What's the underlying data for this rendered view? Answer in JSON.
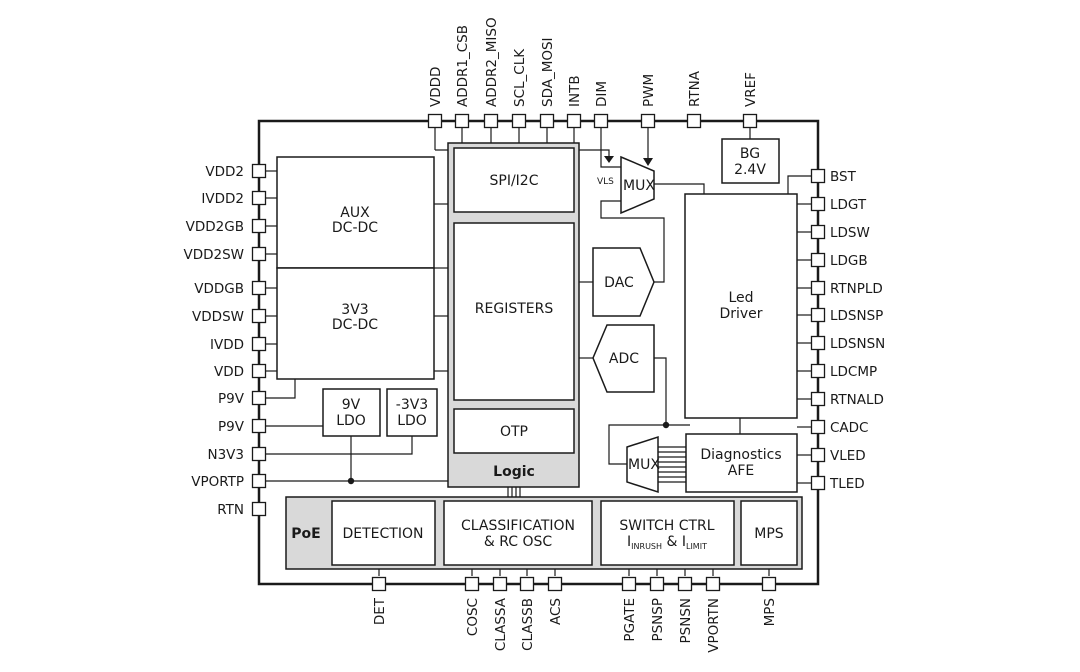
{
  "pins": {
    "left": [
      "VDD2",
      "IVDD2",
      "VDD2GB",
      "VDD2SW",
      "VDDGB",
      "VDDSW",
      "IVDD",
      "VDD",
      "P9V",
      "P9V",
      "N3V3",
      "VPORTP",
      "RTN"
    ],
    "right": [
      "BST",
      "LDGT",
      "LDSW",
      "LDGB",
      "RTNPLD",
      "LDSNSP",
      "LDSNSN",
      "LDCMP",
      "RTNALD",
      "CADC",
      "VLED",
      "TLED"
    ],
    "top": [
      "VDDD",
      "ADDR1_CSB",
      "ADDR2_MISO",
      "SCL_CLK",
      "SDA_MOSI",
      "INTB",
      "DIM",
      "PWM",
      "RTNA",
      "VREF"
    ],
    "bottom": [
      "DET",
      "COSC",
      "CLASSA",
      "CLASSB",
      "ACS",
      "PGATE",
      "PSNSP",
      "PSNSN",
      "VPORTN",
      "MPS"
    ]
  },
  "blocks": {
    "aux_line1": "AUX",
    "aux_line2": "DC-DC",
    "dcdc3v3_line1": "3V3",
    "dcdc3v3_line2": "DC-DC",
    "ldo9v_line1": "9V",
    "ldo9v_line2": "LDO",
    "ldo_n3v3_line1": "-3V3",
    "ldo_n3v3_line2": "LDO",
    "spi": "SPI/I2C",
    "registers": "REGISTERS",
    "otp": "OTP",
    "logic": "Logic",
    "dac": "DAC",
    "adc": "ADC",
    "mux_top": "MUX",
    "vls": "VLS",
    "mux_bottom": "MUX",
    "bg_line1": "BG",
    "bg_line2": "2.4V",
    "led_line1": "Led",
    "led_line2": "Driver",
    "diag_line1": "Diagnostics",
    "diag_line2": "AFE",
    "poe": "PoE",
    "detection": "DETECTION",
    "class_line1": "CLASSIFICATION",
    "class_line2": "& RC OSC",
    "switch_line1": "SWITCH CTRL",
    "switch_i1": "I",
    "switch_sub1": "INRUSH",
    "switch_amp": " & I",
    "switch_sub2": "LIMIT",
    "mps": "MPS"
  }
}
